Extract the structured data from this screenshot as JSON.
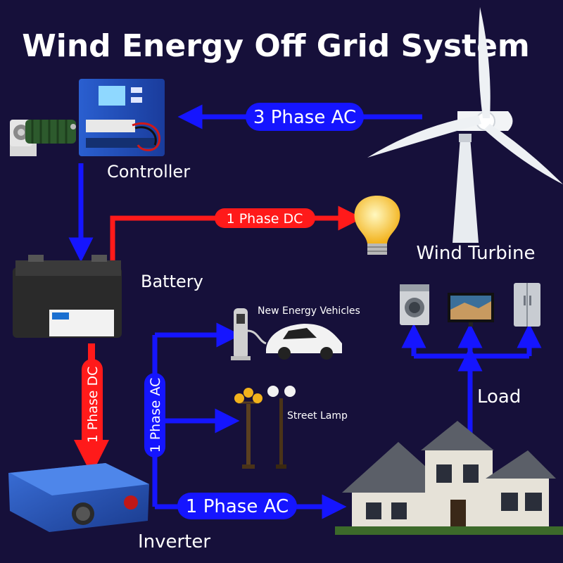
{
  "title": "Wind Energy Off Grid System",
  "components": {
    "controller": "Controller",
    "battery": "Battery",
    "inverter": "Inverter",
    "wind_turbine": "Wind Turbine",
    "new_energy_vehicles": "New Energy Vehicles",
    "street_lamp": "Street Lamp",
    "load": "Load"
  },
  "connections": {
    "turbine_to_controller": "3 Phase AC",
    "battery_to_bulb": "1 Phase DC",
    "battery_to_inverter": "1 Phase DC",
    "inverter_branch": "1 Phase AC",
    "inverter_to_house": "1 Phase AC"
  },
  "colors": {
    "background": "#16103a",
    "ac_line": "#1515ff",
    "dc_line": "#ff1a1a",
    "text": "#ffffff"
  }
}
